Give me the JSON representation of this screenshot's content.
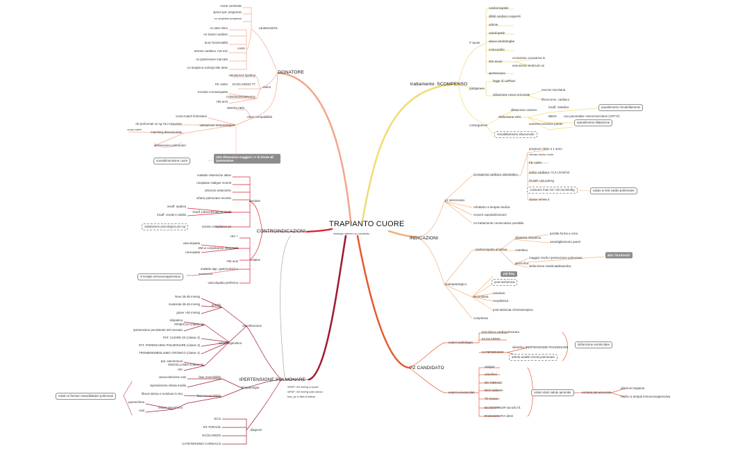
{
  "root": {
    "title": "TRAPIANTO CUORE",
    "subtitle": "strategia ottenere pz candidato"
  },
  "left": {
    "donatore": {
      "title": "DONATORE",
      "caratteristiche": "caratteristiche",
      "car_items": [
        "morte cerebrale",
        "sp/uct pat. pregresse",
        "no neoplasie pregresse"
      ],
      "cuore": "cuore",
      "cuore_items": [
        "no tutto ritmo",
        "no traumi cardiaci",
        "buon funzionalità",
        "arresto cardiaco <15 min",
        "no ipotensione marcata",
        "no terapia w inotropi alte dose"
      ],
      "esami": "esami",
      "esami_items": [
        "valutazione lipettiva",
        "FE >50%",
        "ECOCARDIO TT",
        "escludo coronaropatia",
        "CORONAROGRAFIA",
        ">50 anni"
      ],
      "criteri": "criteri compatibilità",
      "criteri_items": [
        "sistema ABO",
        "cross-match linfocitario",
        "Ab preformati vs Ag HLA ricevente",
        "valutazione immunologica",
        "matching dimensionale",
        "cross-match",
        "ipertensione polmonare",
        "sovradimensione cuore"
      ],
      "note": "VDX dimensioni maggiori >> fa fronte all ipertensione"
    },
    "controindicazioni": {
      "title": "CONTROINDICAZIONI",
      "assolute": "assolute",
      "assolute_items": [
        "malattie sistemiche attive",
        "neoplasie maligne recenti",
        "infezioni sistemiche",
        "infarto polmonare recente",
        "insuff. parenchimali terminali",
        "insuff. epatica",
        "insuff. renale in dialisi",
        "scarsa compliance pz",
        "valutazione psicologica pre-op"
      ],
      "relative": "relative",
      "relative_items": [
        "HIV +",
        "DM w complicanze importanti",
        "vasculopatia",
        "neuropatia",
        ">65 anni",
        "malattie app. gastroenterico",
        "diverticolosi",
        "vasculopatia periferica",
        "X terapia immunosoppressiva"
      ]
    },
    "ipertensione": {
      "title": "IPERTENSIONE POLMONARE",
      "classificazione": "classificazione",
      "gravita": "gravità",
      "gravita_items": [
        "lieve 25-35 mmHg",
        "moderata 36-45 mmHg",
        "grave >45 mmHg"
      ],
      "eziopato": "eziopatogenetica",
      "primitiva": "PRIMITIVA (classe 1)",
      "primitiva_items": [
        "idiopatica",
        "ipertensione persistente del neonato"
      ],
      "classi": [
        "PAT. CUORE SX (classe 2)",
        "PAT. PARENCHIMA POLMONARE (classe 3)",
        "TROMBOEMBOLISMO CRONICO (classe 4)",
        "MISCELLANEA (classe 5)"
      ],
      "misc_items": [
        "pat. autoimmuni",
        "HIV"
      ],
      "fisiopatologia": "fisiopatologia",
      "fase_rev": "fase reversibilità",
      "fase_rev_items": [
        "vasocostrizione vasi",
        "ispessimento intima-media"
      ],
      "fase_irr": "fase irreversibilità",
      "fase_irr_items": [
        "fibrosi intima e trombosi in situ",
        "lesioni plessiformi",
        "parenchima",
        "vasi"
      ],
      "vasodil": "valuto w farmaci vasodilatatori polmonari",
      "notes": [
        "mPAP >20 mmHg a riposo",
        "mPAP >30 mmHg sotto sforzo",
        "freq. pz in lista di attesa"
      ],
      "diagnosi": "diagnosi",
      "diagnosi_items": [
        "ECG",
        "RX TORACE",
        "ECOCARDIO",
        "CATETERISMO CARDIACO"
      ]
    }
  },
  "right": {
    "scompenso": {
      "title": "trattamento: SCOMPENSO",
      "cause": "# cause",
      "cause_items": [
        "cardiomiopatie",
        "difetti cardiaci congeniti",
        "aritmie",
        "valvulopatie",
        "abuso alcol/droghe",
        "endocardite",
        "IMA acuto",
        "ipertensione"
      ],
      "ima_items": [
        "occlusione coronarica tx",
        "aneurisma ventricolo sx"
      ],
      "patogenesi": "patogenesi",
      "pato_items": [
        "legge di LaPlace",
        "attivazione neuro-ormonale"
      ],
      "neuro_items": [
        "necrosi miocitaria",
        "fibrosi tess. cardiaco"
      ],
      "conseguenze": "conseguenze",
      "disfunzione": "disfunzione VSX",
      "dilatazione": "dilatazione camera",
      "insuff": "insuff. mitralica",
      "autoalim1": "autoalimento rimodellamento",
      "bbsx": "BBSX",
      "pacemaker": "uso pacemaker resincronizzatori (CRT-P)",
      "aumento": "aumento tensione parete",
      "autoalim2": "autoalimento dilatazione",
      "rimodellamento": "rimodellamento sfavorevole"
    },
    "indicazioni": {
      "title": "INDICAZIONI",
      "pz": "pz selezionato",
      "scompenso": "scompenso cardiaco sintomatico",
      "scomp_items": [
        "prognosi <50% a 1 anno",
        "elevato rischio morte",
        "FE <20%",
        "indice cardiaco <2,2 L/min/m2",
        "PCWP >25 mmHg",
        "consumo max O2 <10 mL/min/kg",
        "classe NYHA 4"
      ],
      "cardio_test": "valuto w test cardio-polmonare",
      "pz_items": [
        "refrattario a terapia medica",
        "ricoveri ospedalizzazioni",
        "no trattamento conservativo possibile"
      ],
      "anatomo": "anatopatologico",
      "cardiomiopatia": "cardiomiopatia primitiva",
      "dilatativa": "dilatativa idiopatica",
      "dil_items": [
        "perdita forma a cono",
        "assottigliamento pareti"
      ],
      "restrittiva": "restrittiva",
      "ipertrofica": "ipertrofica",
      "iper_items": [
        "maggior rischio ipertensione polmonare",
        "disfunzione sistolica&diastolica"
      ],
      "trapianti": "95% TRAPIANTI",
      "freq": "più freq",
      "secondaria": "secondaria",
      "sec_items": [
        "post-ischemica",
        "valvolare",
        "neoplastica",
        "post-attinica& chemioterapica"
      ],
      "complessa": "complessa"
    },
    "candidato": {
      "title": "PZ CANDIDATO",
      "cardiologici": "esami cardiologici",
      "card_items": [
        "test sforzo cardiopolmonare",
        "ECOCARDIO",
        "CATETERISMO"
      ],
      "identifico": "identifico IPERTENSIONE POLMONARE",
      "arteria": "arteria analisi circolo polmonare",
      "disfunzione": "disfunzione ventricolare",
      "nonvasc": "esami nonvascolari",
      "nonvasc_items": [
        "sangue",
        "urine/feci",
        "RX TORACE",
        "ECO addome",
        "TC torace",
        "ECODOPPLER tsa-arti inf.",
        "RADIOGRAFIA denti"
      ],
      "valuto": "valuto stato salute generale",
      "escludo": "escludo pat.associate",
      "esc_items": [
        "infezioni trapianto",
        "rischio a terapia immunosoppressiva"
      ]
    }
  },
  "colors": {
    "donatore": "#f4a58a",
    "scompenso": "#f2dc73",
    "indicazioni": "#f0b27d",
    "controind": "#d9202e",
    "iperpol": "#a01c33",
    "candidato": "#e85a2e",
    "box_dark": "#8c8c8c"
  }
}
